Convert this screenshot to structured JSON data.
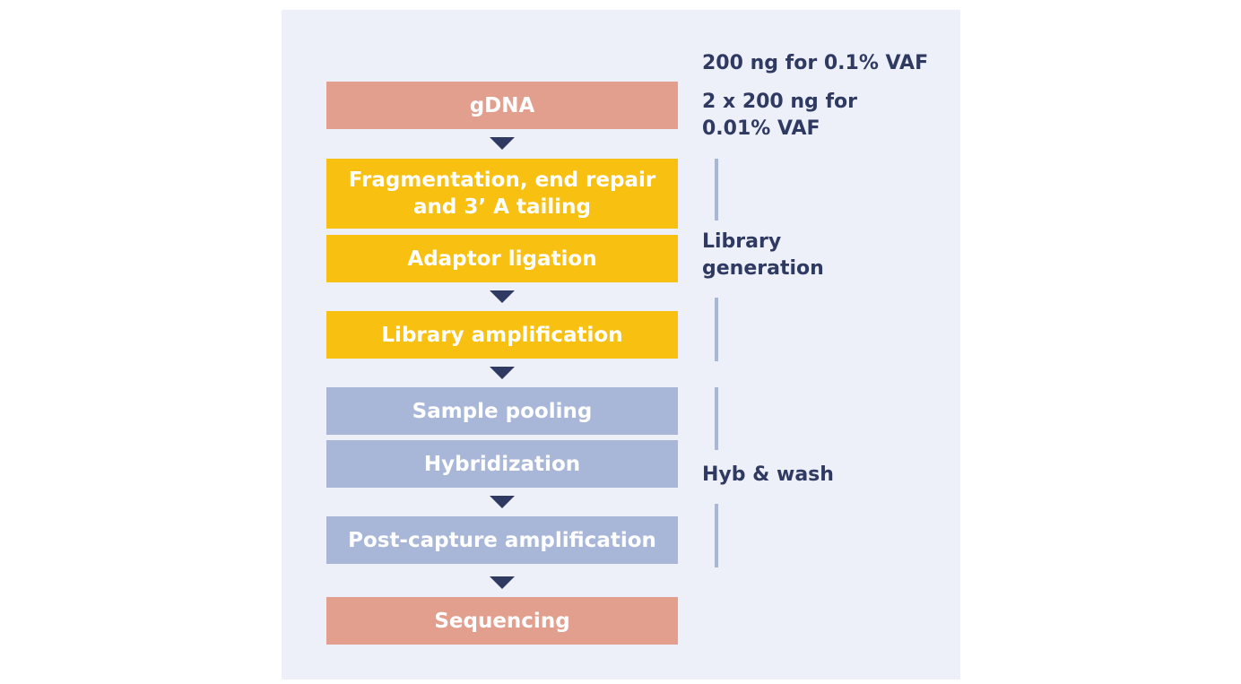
{
  "steps": {
    "gdna": "gDNA",
    "fragmentation_line1": "Fragmentation, end repair",
    "fragmentation_line2": "and 3’ A tailing",
    "adaptor_ligation": "Adaptor ligation",
    "library_amplification": "Library amplification",
    "sample_pooling": "Sample pooling",
    "hybridization": "Hybridization",
    "post_capture_amplification": "Post-capture amplification",
    "sequencing": "Sequencing"
  },
  "notes": {
    "input_line1": "200 ng for 0.1% VAF",
    "input_line2": "2 x 200 ng for",
    "input_line3": "0.01% VAF",
    "library_line1": "Library",
    "library_line2": "generation",
    "hyb_wash": "Hyb & wash"
  },
  "colors": {
    "input_output": "#e29f8e",
    "library_stage": "#f8c010",
    "capture_stage": "#a8b6d8",
    "text_dark": "#2f3a62",
    "background": "#eef0f9"
  }
}
